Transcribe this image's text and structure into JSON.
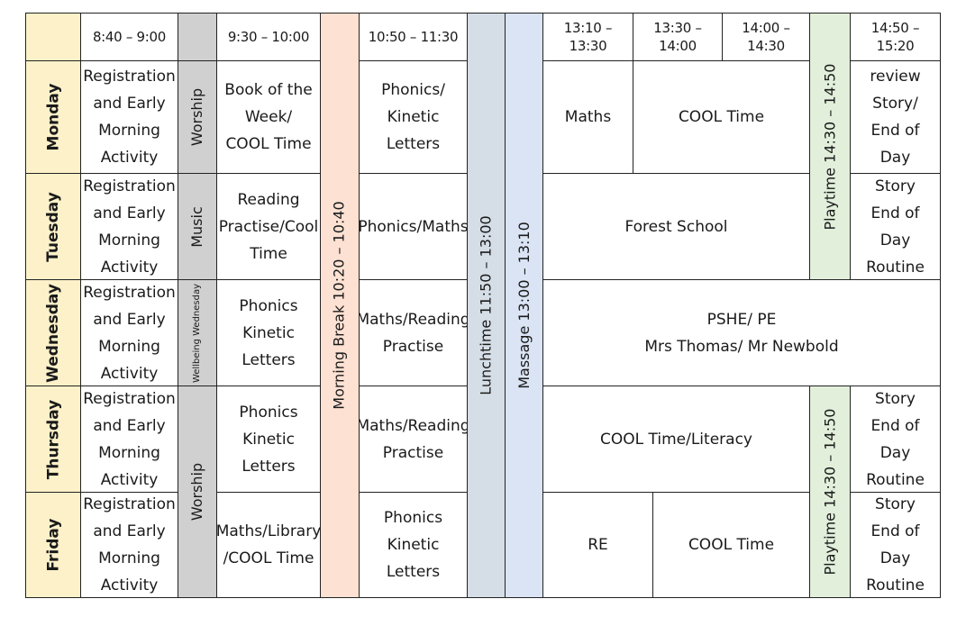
{
  "colors": {
    "day_column": "#fdf1c9",
    "worship_column": "#d0d0d0",
    "morning_break": "#fde1d3",
    "lunchtime": "#d5dde6",
    "massage": "#dae4f4",
    "playtime": "#e2efdb"
  },
  "times": {
    "t1": "8:40 – 9:00",
    "t2": "9:30 – 10:00",
    "t3": "10:50 – 11:30",
    "t4": "13:10 – 13:30",
    "t5": "13:30 – 14:00",
    "t6": "14:00 – 14:30",
    "t7": "14:50 – 15:20"
  },
  "days": [
    "Monday",
    "Tuesday",
    "Wednesday",
    "Thursday",
    "Friday"
  ],
  "breaks": {
    "morning_break": "Morning Break 10:20 – 10:40",
    "lunchtime": "Lunchtime 11:50 – 13:00",
    "massage": "Massage 13:00 – 13:10",
    "playtime_top": "Playtime 14:30 – 14:50",
    "playtime_bottom": "Playtime 14:30 – 14:50"
  },
  "assembly": {
    "worship_top": "Worship",
    "music": "Music",
    "wellbeing": "Wellbeing Wednesday",
    "worship_bottom": "Worship"
  },
  "early": {
    "mon": "Registration\nand Early\nMorning\nActivity",
    "tue": "Registration\nand Early\nMorning\nActivity",
    "wed": "Registration\nand Early\nMorning\nActivity",
    "thu": "Registration\nand Early\nMorning\nActivity",
    "fri": "Registration\nand Early\nMorning\nActivity"
  },
  "session2": {
    "mon": "Book of the\nWeek/\nCOOL Time",
    "tue": "Reading\nPractise/Cool\nTime",
    "wed": "Phonics\nKinetic Letters",
    "thu": "Phonics\nKinetic Letters",
    "fri": "Maths/Library\n/COOL Time"
  },
  "session3": {
    "mon": "Phonics/\nKinetic Letters",
    "tue": "Phonics/Maths",
    "wed": "Maths/Reading\nPractise",
    "thu": "Maths/Reading\nPractise",
    "fri": "Phonics\nKinetic Letters"
  },
  "afternoon": {
    "mon_maths": "Maths",
    "mon_cool": "COOL Time",
    "tue_forest": "Forest School",
    "wed_pshe": "PSHE/ PE\nMrs Thomas/ Mr Newbold",
    "thu_cool": "COOL Time/Literacy",
    "fri_re": "RE",
    "fri_cool": "COOL Time"
  },
  "end_of_day": {
    "mon": "Week review\nStory/\nEnd of Day\nRoutine",
    "tue": "Story\nEnd of Day\nRoutine",
    "thu": "Story\nEnd of Day\nRoutine",
    "fri": "Story\nEnd of Day\nRoutine"
  }
}
